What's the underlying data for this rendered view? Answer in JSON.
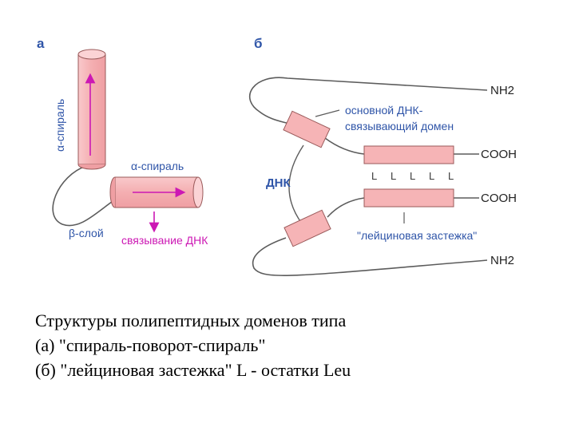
{
  "colors": {
    "cylinder_fill": "#f6b4b6",
    "cylinder_stroke": "#9a5a5a",
    "line": "#5c5c5c",
    "label_blue": "#2f55a8",
    "label_magenta": "#cc18b4",
    "arrow_magenta": "#cc18b4"
  },
  "panel_a": {
    "letter": "а",
    "alpha_helix_vertical": "α-спираль",
    "alpha_helix_horizontal": "α-спираль",
    "beta_layer": "β-слой",
    "dna_binding": "связывание ДНК"
  },
  "panel_b": {
    "letter": "б",
    "nh2_top": "NH2",
    "nh2_bottom": "NH2",
    "cooh_top": "COOH",
    "cooh_bottom": "COOH",
    "domain_label_line1": "основной ДНК-",
    "domain_label_line2": "связывающий домен",
    "dna": "ДНК",
    "zipper_label": "\"лейциновая застежка\"",
    "leucine_marks": [
      "L",
      "L",
      "L",
      "L",
      "L"
    ]
  },
  "caption": {
    "line1": "Структуры полипептидных доменов типа",
    "line2": "(а) \"спираль-поворот-спираль\"",
    "line3": "(б) \"лейциновая застежка\" L - остатки Leu"
  }
}
